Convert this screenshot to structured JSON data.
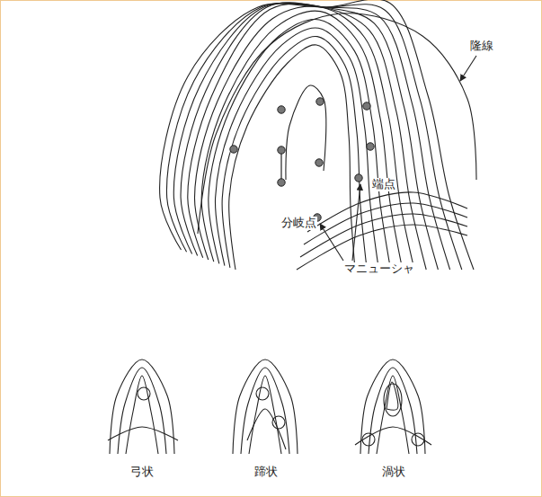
{
  "diagram": {
    "labels": [
      "隆線",
      "端点",
      "分岐点",
      "マニューシャ",
      "弓状",
      "蹄状",
      "渦状"
    ]
  }
}
